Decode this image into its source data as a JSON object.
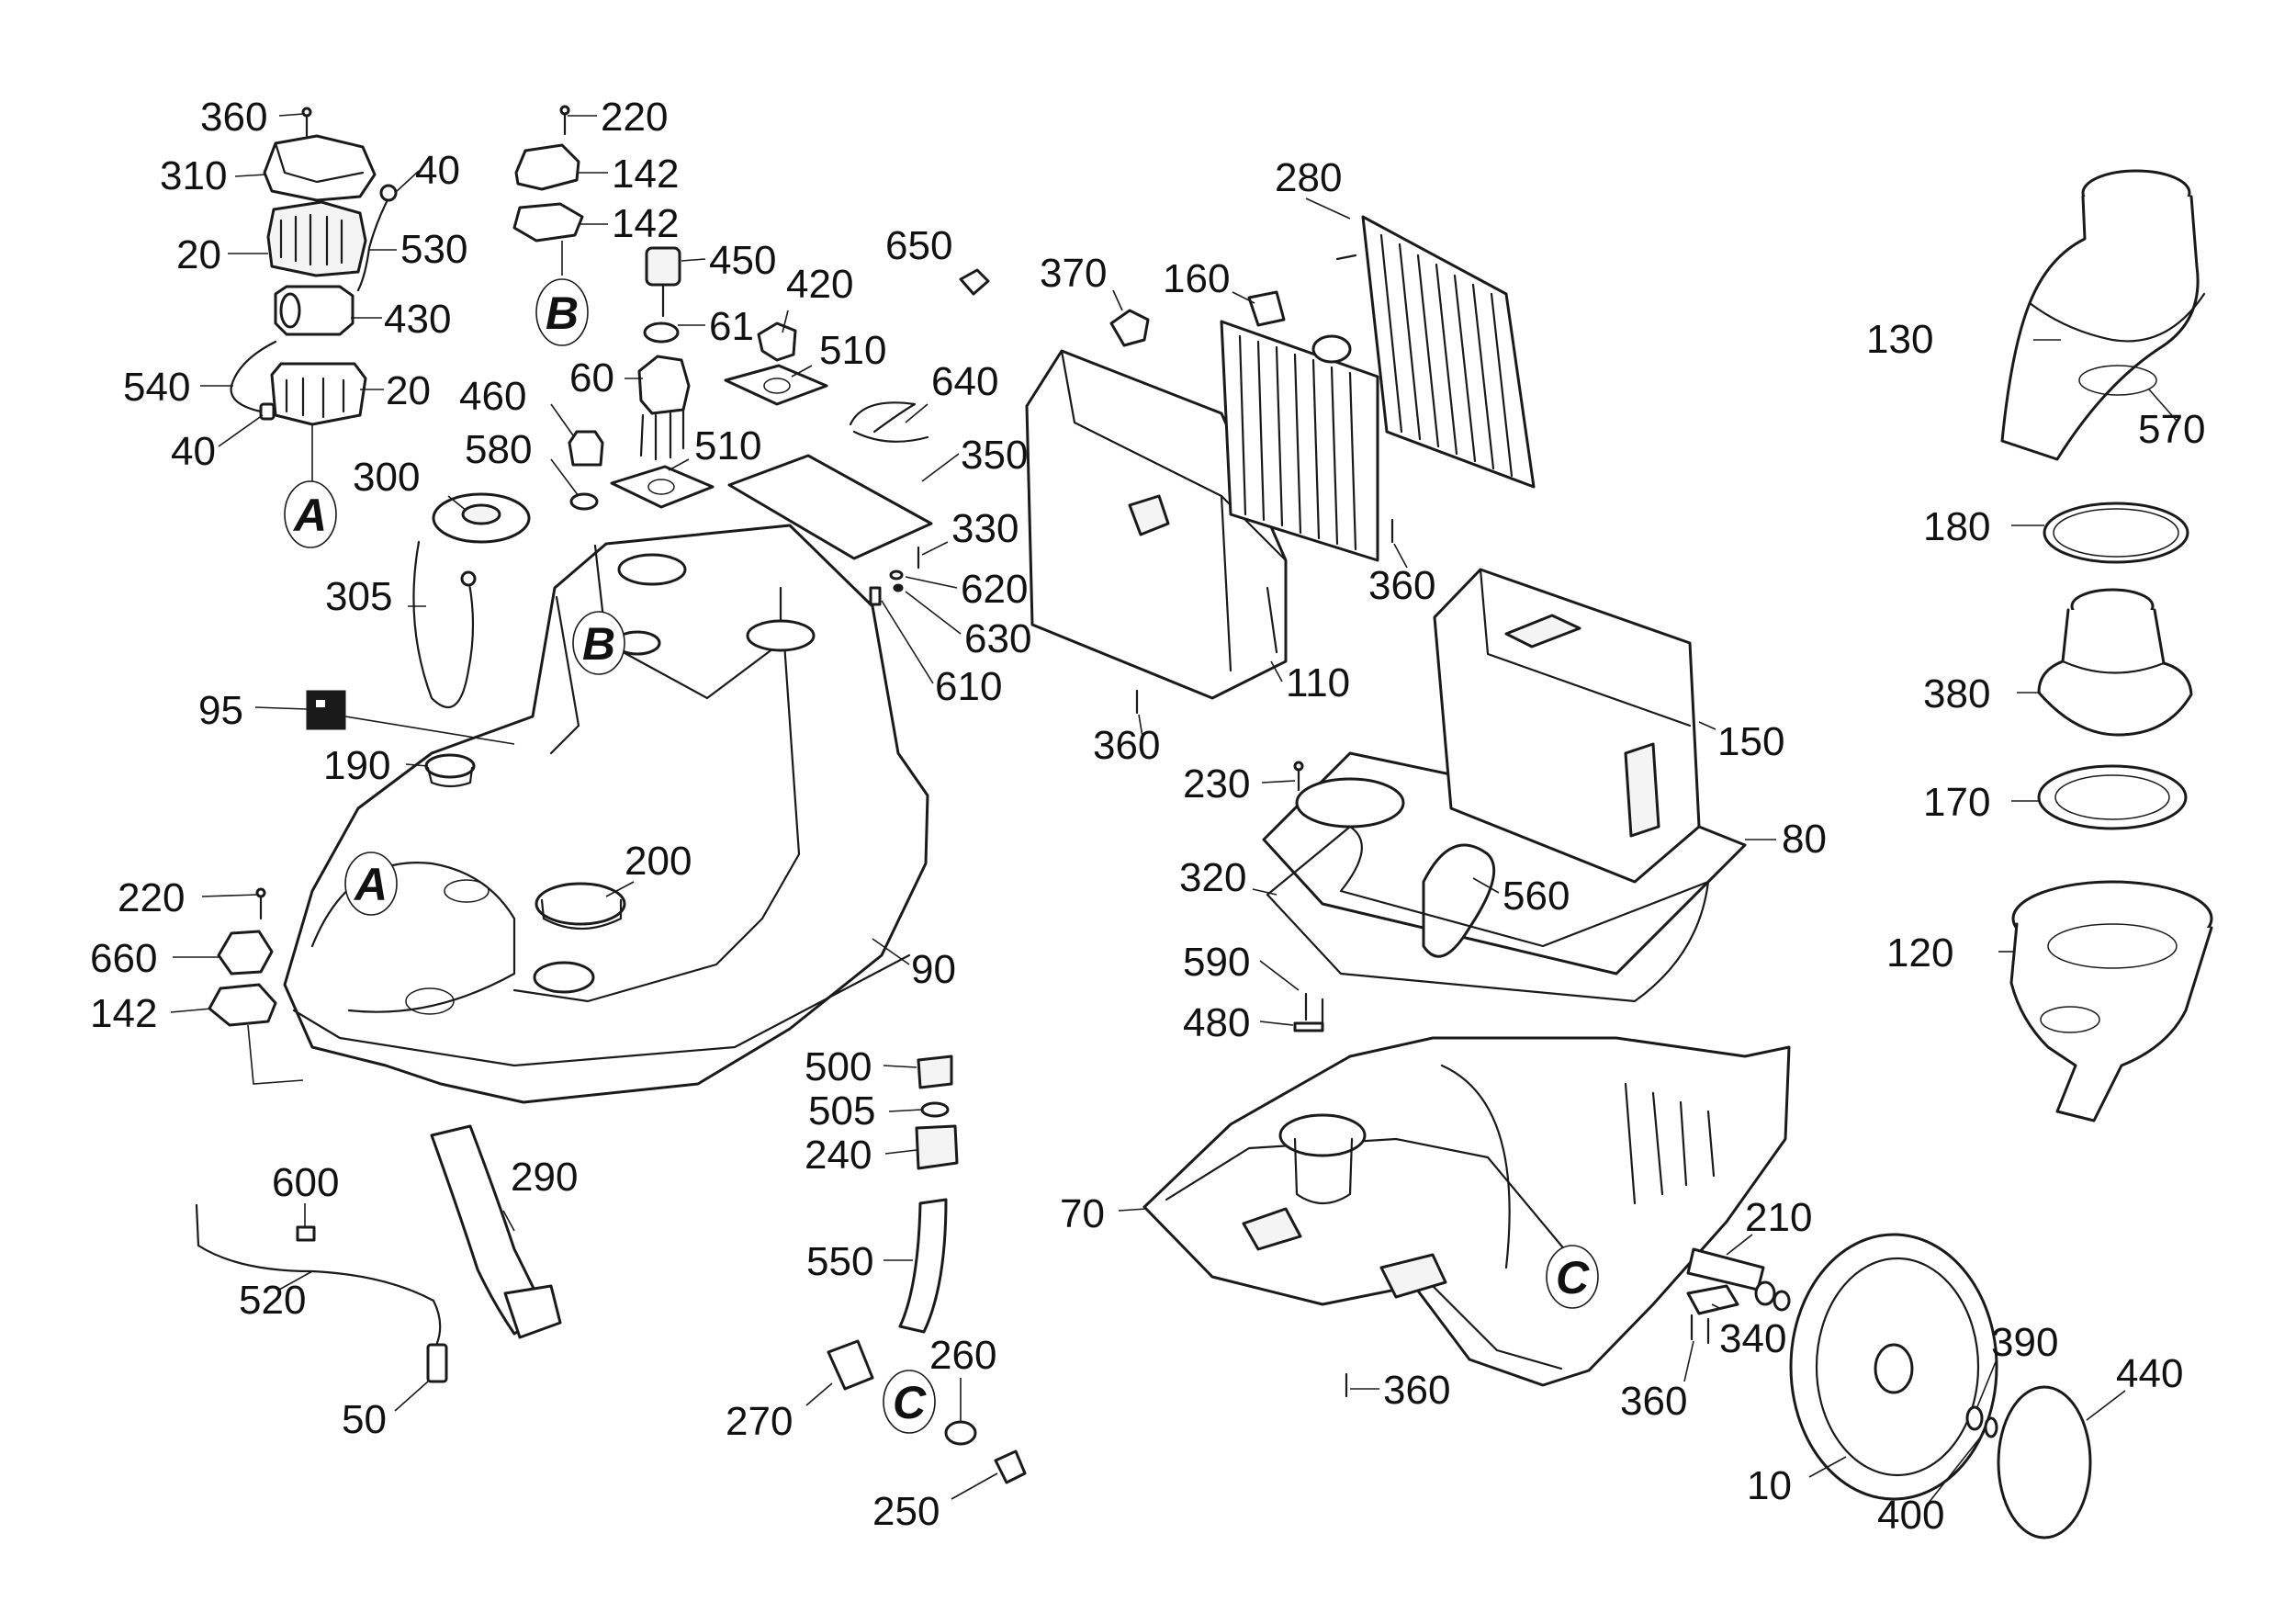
{
  "labels": {
    "l360a": "360",
    "l310": "310",
    "l40a": "40",
    "l20a": "20",
    "l530": "530",
    "l430": "430",
    "l540": "540",
    "l20b": "20",
    "l40b": "40",
    "l220a": "220",
    "l142a": "142",
    "l142b": "142",
    "l450": "450",
    "l61": "61",
    "l60": "60",
    "l460": "460",
    "l580": "580",
    "l300": "300",
    "l305": "305",
    "l95": "95",
    "l190": "190",
    "l220b": "220",
    "l660": "660",
    "l142c": "142",
    "l200": "200",
    "l90": "90",
    "l420": "420",
    "l510a": "510",
    "l510b": "510",
    "l650": "650",
    "l640": "640",
    "l350": "350",
    "l330": "330",
    "l620": "620",
    "l630": "630",
    "l610": "610",
    "l370": "370",
    "l160": "160",
    "l280": "280",
    "l360b": "360",
    "l110": "110",
    "l360c": "360",
    "l130": "130",
    "l570": "570",
    "l180": "180",
    "l380": "380",
    "l170": "170",
    "l120": "120",
    "l150": "150",
    "l80": "80",
    "l230": "230",
    "l320": "320",
    "l560": "560",
    "l590": "590",
    "l480": "480",
    "l70": "70",
    "l500": "500",
    "l505": "505",
    "l240": "240",
    "l550": "550",
    "l270": "270",
    "l260": "260",
    "l250": "250",
    "l600": "600",
    "l520": "520",
    "l290": "290",
    "l50": "50",
    "l210": "210",
    "l340": "340",
    "l360d": "360",
    "l360e": "360",
    "l390": "390",
    "l440": "440",
    "l10": "10",
    "l400": "400"
  },
  "reference_markers": {
    "A_top": "A",
    "B_top": "B",
    "B_body": "B",
    "A_body": "A",
    "C_hose": "C",
    "C_base": "C"
  }
}
